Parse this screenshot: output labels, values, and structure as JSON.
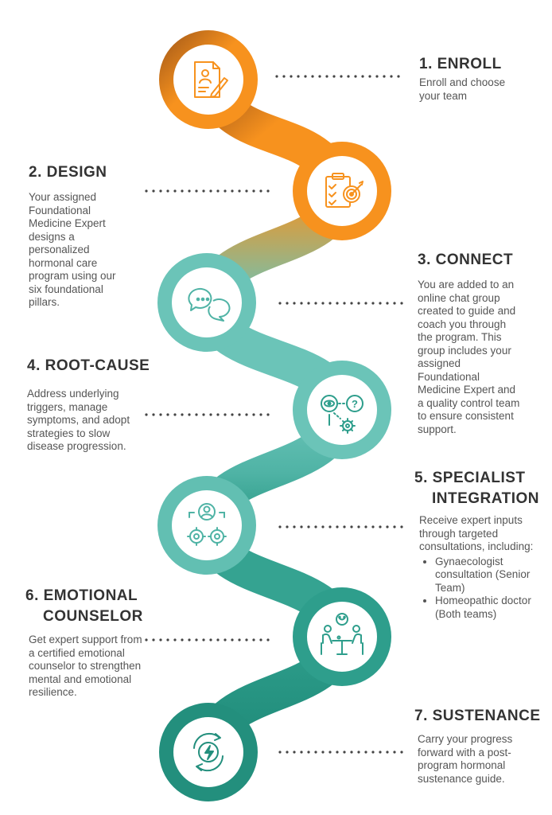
{
  "colors": {
    "orange_dark": "#A0561A",
    "orange": "#F7921E",
    "teal_light": "#6BC4B8",
    "teal": "#2E9E8C",
    "teal_dark": "#1F8A78",
    "dots": "#444444"
  },
  "steps": [
    {
      "title": "1. ENROLL",
      "desc": "Enroll and choose your team",
      "icon": "document-pen-icon"
    },
    {
      "title": "2. DESIGN",
      "desc": "Your assigned Foundational Medicine Expert designs a personalized hormonal care program using our six foundational pillars.",
      "icon": "clipboard-target-icon"
    },
    {
      "title": "3. CONNECT",
      "desc": "You are added to an online chat group created to guide and coach you through the program. This group includes your assigned Foundational Medicine Expert and a quality control team to ensure consistent support.",
      "icon": "chat-bubbles-icon"
    },
    {
      "title": "4. ROOT-CAUSE",
      "desc": "Address underlying triggers, manage symptoms, and adopt strategies to slow disease progression.",
      "icon": "eye-question-gear-icon"
    },
    {
      "title_line1": "5. SPECIALIST",
      "title_line2": "INTEGRATION",
      "desc": "Receive expert inputs through targeted consultations, including:",
      "bullets": [
        "Gynaecologist consultation (Senior Team)",
        "Homeopathic doctor (Both teams)"
      ],
      "icon": "person-gears-icon"
    },
    {
      "title_line1": "6. EMOTIONAL",
      "title_line2": "COUNSELOR",
      "desc": "Get expert support from a certified emotional counselor to strengthen mental and emotional resilience.",
      "icon": "counseling-table-icon"
    },
    {
      "title": "7. SUSTENANCE",
      "desc": "Carry your progress forward with a post-program hormonal sustenance guide.",
      "icon": "energy-cycle-icon"
    }
  ]
}
